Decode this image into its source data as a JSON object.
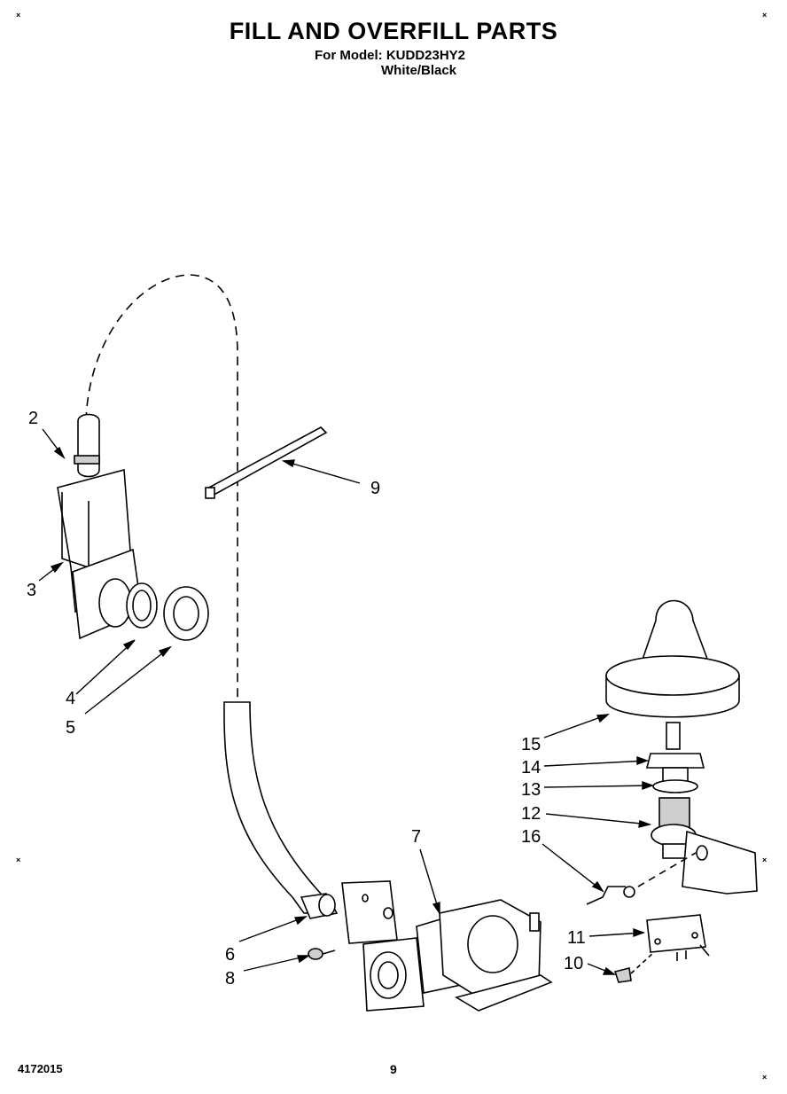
{
  "header": {
    "title": "FILL AND OVERFILL PARTS",
    "model_line": "For Model: KUDD23HY2",
    "color_line": "White/Black"
  },
  "footer": {
    "doc_number": "4172015",
    "page_number": "9"
  },
  "corner_mark": "×",
  "callouts": [
    {
      "id": "2",
      "text": "2"
    },
    {
      "id": "3",
      "text": "3"
    },
    {
      "id": "4",
      "text": "4"
    },
    {
      "id": "5",
      "text": "5"
    },
    {
      "id": "6",
      "text": "6"
    },
    {
      "id": "7",
      "text": "7"
    },
    {
      "id": "8",
      "text": "8"
    },
    {
      "id": "9",
      "text": "9"
    },
    {
      "id": "10",
      "text": "10"
    },
    {
      "id": "11",
      "text": "11"
    },
    {
      "id": "12",
      "text": "12"
    },
    {
      "id": "13",
      "text": "13"
    },
    {
      "id": "14",
      "text": "14"
    },
    {
      "id": "15",
      "text": "15"
    },
    {
      "id": "16",
      "text": "16"
    }
  ]
}
